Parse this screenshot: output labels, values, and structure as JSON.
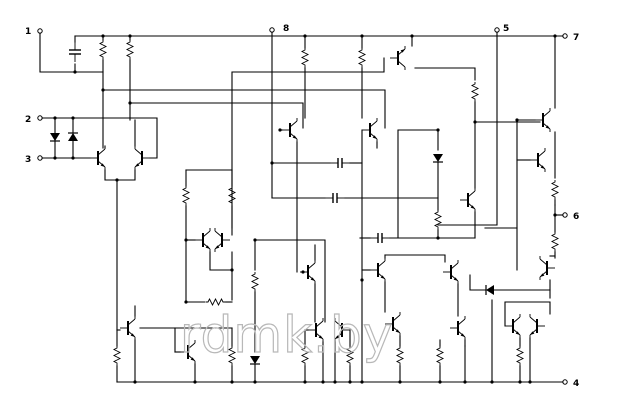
{
  "pins": [
    {
      "id": "p1",
      "label": "1"
    },
    {
      "id": "p2",
      "label": "2"
    },
    {
      "id": "p3",
      "label": "3"
    },
    {
      "id": "p4",
      "label": "4"
    },
    {
      "id": "p5",
      "label": "5"
    },
    {
      "id": "p6",
      "label": "6"
    },
    {
      "id": "p7",
      "label": "7"
    },
    {
      "id": "p8",
      "label": "8"
    }
  ],
  "watermark": "rdmk.by"
}
